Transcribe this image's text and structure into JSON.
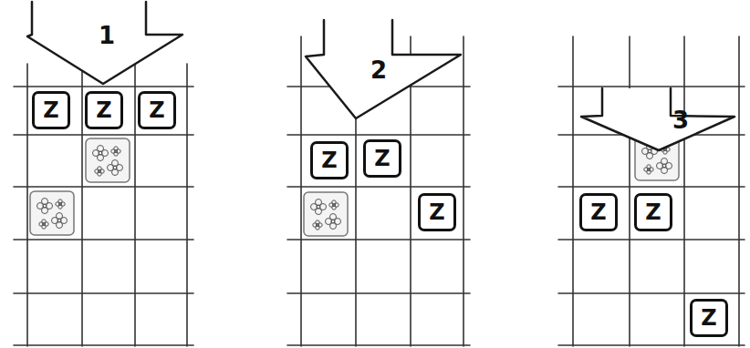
{
  "diagram": {
    "nodes": [
      {
        "text": [
          "1"
        ]
      },
      {
        "text": [
          "Z"
        ]
      },
      {
        "text": [
          "Z"
        ]
      },
      {
        "text": [
          "Z"
        ]
      },
      {
        "text": [
          "2"
        ]
      },
      {
        "text": [
          "Z"
        ]
      },
      {
        "text": [
          "Z"
        ]
      },
      {
        "text": [
          "Z"
        ]
      },
      {
        "text": [
          "3"
        ]
      },
      {
        "text": [
          "Z"
        ]
      },
      {
        "text": [
          "Z"
        ]
      },
      {
        "text": [
          "Z"
        ]
      }
    ]
  }
}
